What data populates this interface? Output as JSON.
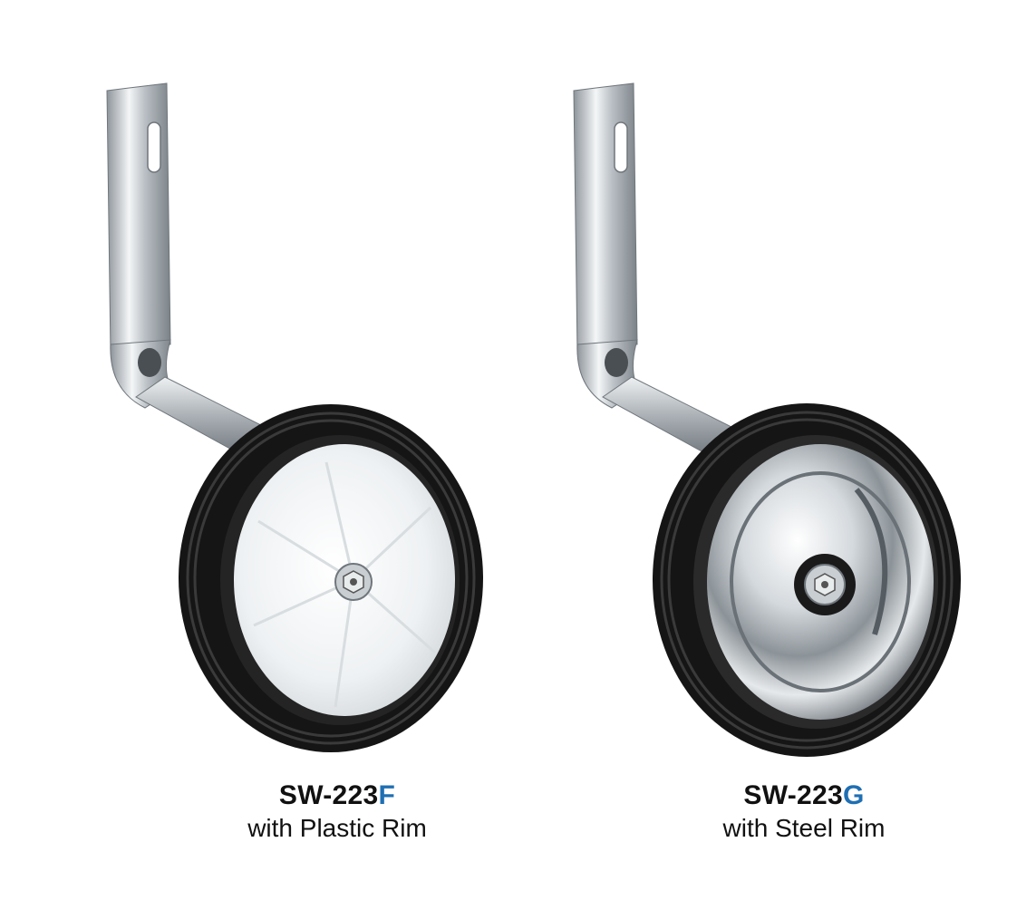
{
  "products": [
    {
      "model_base": "SW-223",
      "model_suffix": "F",
      "description": "with Plastic Rim",
      "rim_icon": "plastic-rim-icon"
    },
    {
      "model_base": "SW-223",
      "model_suffix": "G",
      "description": "with Steel Rim",
      "rim_icon": "steel-rim-icon"
    }
  ],
  "colors": {
    "suffix_accent": "#1f6fb3",
    "tire": "#1a1a1a",
    "plastic_rim": "#f2f4f5",
    "chrome": "#c9cdd1"
  }
}
